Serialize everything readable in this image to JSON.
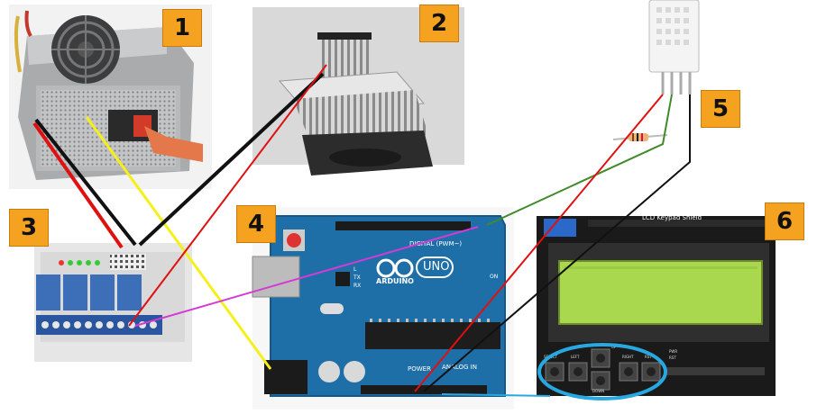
{
  "badges": [
    "1",
    "2",
    "3",
    "4",
    "5",
    "6"
  ],
  "arduino": {
    "brand": "ARDUINO",
    "model": "UNO",
    "digital_label": "DIGITAL (PWM~)",
    "power_label": "POWER",
    "analog_label": "ANALOG IN",
    "tx": "TX",
    "rx": "RX",
    "on": "ON",
    "l": "L"
  },
  "lcd": {
    "title": "LCD Keypad Shield",
    "buttons": [
      "SELECT",
      "LEFT",
      "UP",
      "DOWN",
      "RIGHT",
      "RST"
    ],
    "pwr": "PWR",
    "rst": "RST"
  },
  "colors": {
    "badge": "#f4a21f",
    "wire_red": "#e01010",
    "wire_black": "#111111",
    "wire_yellow": "#f5ef1a",
    "wire_green": "#3f8a2a",
    "wire_magenta": "#d63ad6",
    "wire_cyan": "#28a8e0",
    "arduino_blue": "#1e6fa8",
    "lcd_green": "#a9d84e"
  }
}
